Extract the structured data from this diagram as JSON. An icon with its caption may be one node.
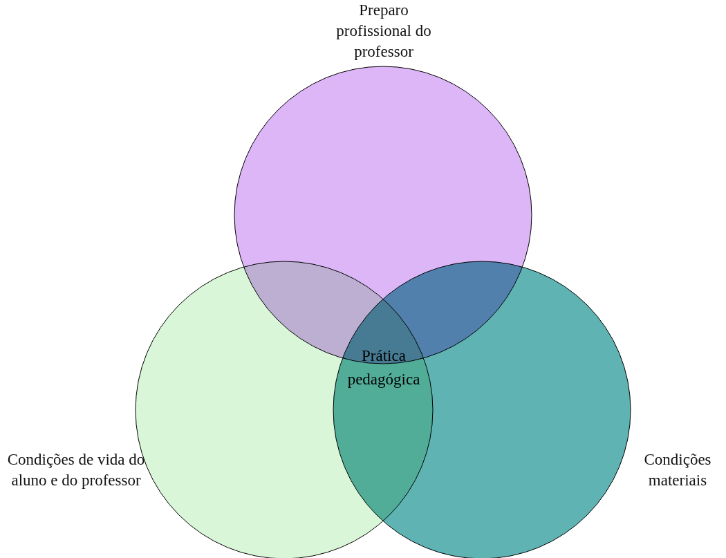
{
  "diagram": {
    "nodes": [
      {
        "text": [
          "Preparo profissional do professor"
        ]
      },
      {
        "text": [
          "Condições de vida do aluno e do professor"
        ]
      },
      {
        "text": [
          "Condições materiais"
        ]
      }
    ],
    "labels": [
      "Prática pedagógica"
    ]
  }
}
